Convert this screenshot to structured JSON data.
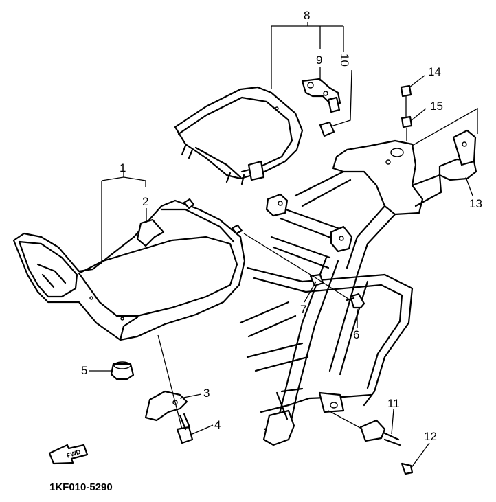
{
  "callouts": [
    {
      "id": "1",
      "label": "1"
    },
    {
      "id": "2",
      "label": "2"
    },
    {
      "id": "3",
      "label": "3"
    },
    {
      "id": "4",
      "label": "4"
    },
    {
      "id": "5",
      "label": "5"
    },
    {
      "id": "6",
      "label": "6"
    },
    {
      "id": "7",
      "label": "7"
    },
    {
      "id": "8",
      "label": "8"
    },
    {
      "id": "9",
      "label": "9"
    },
    {
      "id": "10",
      "label": "10"
    },
    {
      "id": "11",
      "label": "11"
    },
    {
      "id": "12",
      "label": "12"
    },
    {
      "id": "13",
      "label": "13"
    },
    {
      "id": "14",
      "label": "14"
    },
    {
      "id": "15",
      "label": "15"
    }
  ],
  "forward_arrow": {
    "label": "FWD"
  },
  "diagram_code": "1KF010-5290"
}
